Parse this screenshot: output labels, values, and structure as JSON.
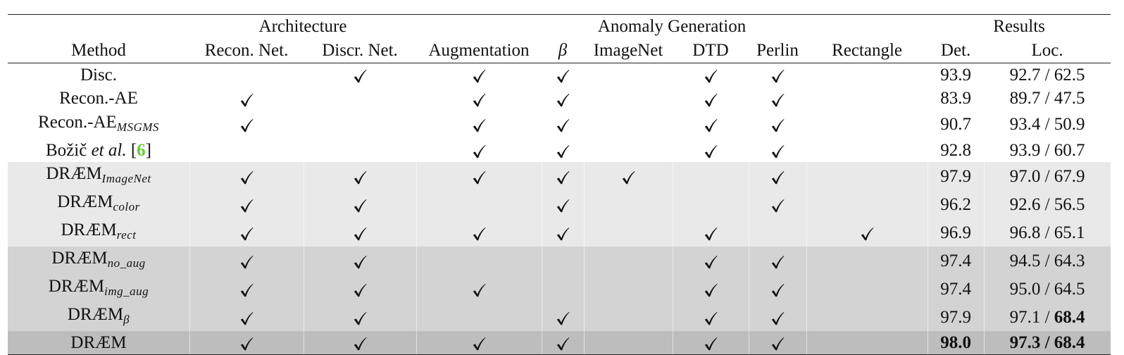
{
  "header": {
    "group_architecture": "Architecture",
    "group_anomaly": "Anomaly Generation",
    "group_results": "Results",
    "columns": [
      "Method",
      "Recon. Net.",
      "Discr. Net.",
      "Augmentation",
      "β",
      "ImageNet",
      "DTD",
      "Perlin",
      "Rectangle",
      "Det.",
      "Loc."
    ]
  },
  "rows": [
    {
      "base": "Disc.",
      "sub": "",
      "check_mark": "✓",
      "loc_a": "92.7 / ",
      "loc_b": "62.5",
      "det": "93.9"
    },
    {
      "base": "Recon.-AE",
      "sub": "",
      "det": "83.9",
      "loc_a": "89.7 / ",
      "loc_b": "47.5"
    },
    {
      "base": "Recon.-AE",
      "sub": "MSGMS",
      "det": "90.7",
      "loc_a": "93.4 / ",
      "loc_b": "50.9"
    },
    {
      "base": "Božič ",
      "etal": "et al.",
      "cite_open": " [",
      "cite": "6",
      "cite_close": "]",
      "det": "92.8",
      "loc_a": "93.9 / ",
      "loc_b": "60.7"
    },
    {
      "base": "DRÆM",
      "sub": "ImageNet",
      "det": "97.9",
      "loc_a": "97.0 / ",
      "loc_b": "67.9"
    },
    {
      "base": "DRÆM",
      "sub": "color",
      "det": "96.2",
      "loc_a": "92.6 / ",
      "loc_b": "56.5"
    },
    {
      "base": "DRÆM",
      "sub": "rect",
      "det": "96.9",
      "loc_a": "96.8 / ",
      "loc_b": "65.1"
    },
    {
      "base": "DRÆM",
      "sub": "no_aug",
      "det": "97.4",
      "loc_a": "94.5 / ",
      "loc_b": "64.3"
    },
    {
      "base": "DRÆM",
      "sub": "img_aug",
      "det": "97.4",
      "loc_a": "95.0 / ",
      "loc_b": "64.5"
    },
    {
      "base": "DRÆM",
      "sub": "β",
      "det": "97.9",
      "loc_a": "97.1 / ",
      "loc_b": "68.4"
    },
    {
      "base": "DRÆM",
      "sub": "",
      "det": "98.0",
      "loc_a": "97.3 / ",
      "loc_b": "68.4"
    }
  ],
  "checks": [
    [
      false,
      true,
      true,
      true,
      false,
      true,
      true,
      false
    ],
    [
      true,
      false,
      true,
      true,
      false,
      true,
      true,
      false
    ],
    [
      true,
      false,
      true,
      true,
      false,
      true,
      true,
      false
    ],
    [
      false,
      false,
      true,
      true,
      false,
      true,
      true,
      false
    ],
    [
      true,
      true,
      true,
      true,
      true,
      false,
      true,
      false
    ],
    [
      true,
      true,
      false,
      true,
      false,
      false,
      true,
      false
    ],
    [
      true,
      true,
      true,
      true,
      false,
      true,
      false,
      true
    ],
    [
      true,
      true,
      false,
      false,
      false,
      true,
      true,
      false
    ],
    [
      true,
      true,
      true,
      false,
      false,
      true,
      true,
      false
    ],
    [
      true,
      true,
      false,
      true,
      false,
      true,
      true,
      false
    ],
    [
      true,
      true,
      true,
      true,
      false,
      true,
      true,
      false
    ]
  ],
  "bold_cells": {
    "row_10_loc_b": true,
    "row_11_det": true,
    "row_11_loc_a": true,
    "row_11_loc_b": true
  },
  "shading": {
    "g1": "#e9e9e9",
    "g2": "#d3d3d3",
    "g3": "#bdbdbd",
    "cite_color": "#66cc33"
  }
}
